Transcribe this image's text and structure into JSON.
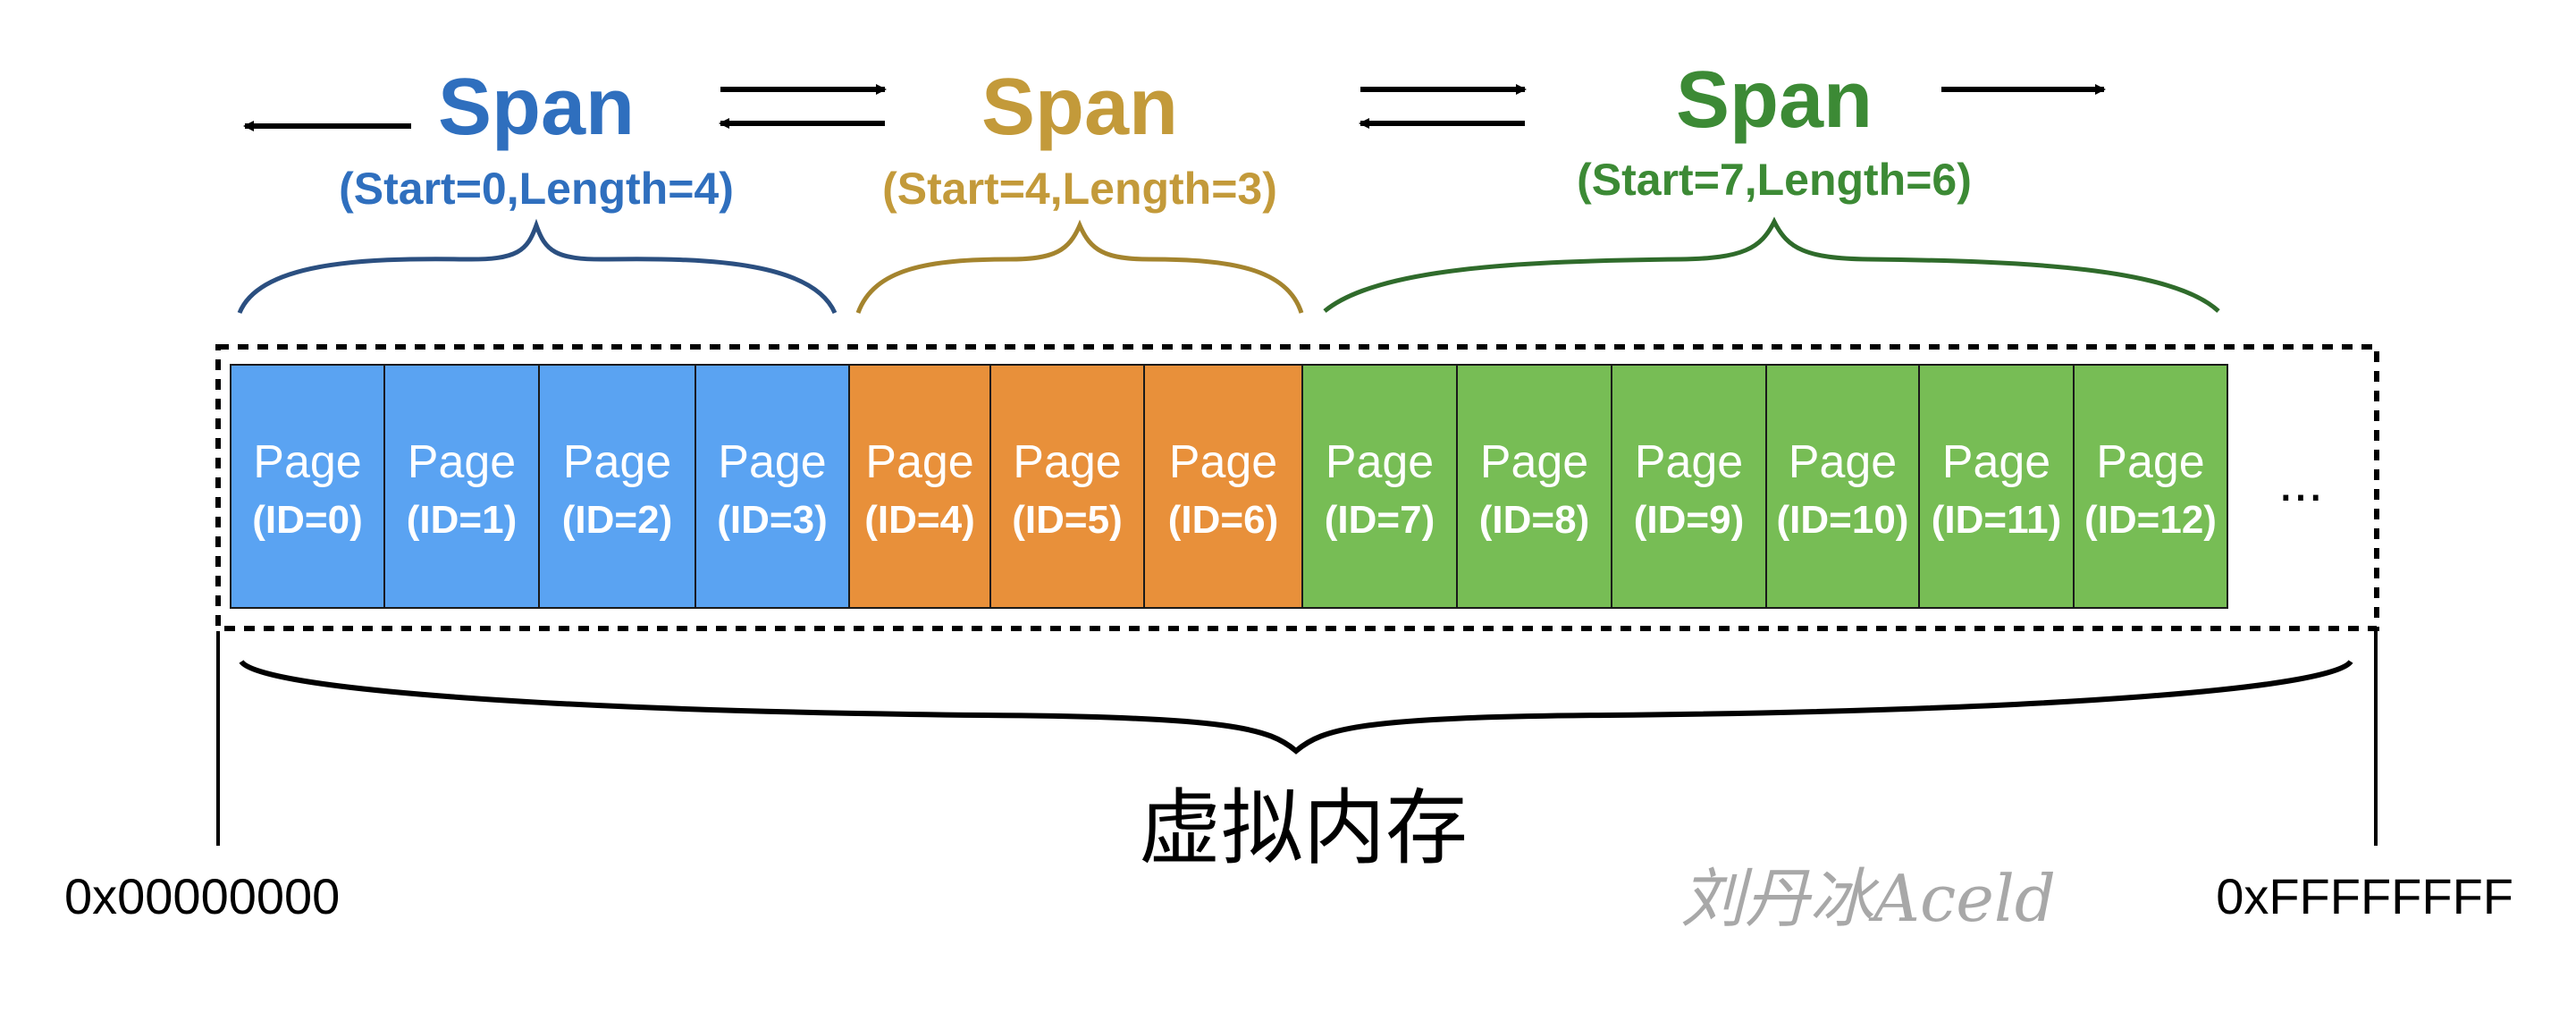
{
  "colors": {
    "blue": "#5aa3f2",
    "blue_text": "#2f6fbe",
    "blue_brace": "#2b4f80",
    "orange": "#e8903a",
    "gold_text": "#c39a3a",
    "gold_brace": "#a4842e",
    "green": "#77bd55",
    "green_text": "#3c8a35",
    "green_brace": "#2f6b2b"
  },
  "spans": [
    {
      "title": "Span",
      "subtitle": "(Start=0,Length=4)",
      "color": "blue"
    },
    {
      "title": "Span",
      "subtitle": "(Start=4,Length=3)",
      "color": "gold"
    },
    {
      "title": "Span",
      "subtitle": "(Start=7,Length=6)",
      "color": "green"
    }
  ],
  "pages": [
    {
      "label": "Page",
      "id": "(ID=0)",
      "span": 0
    },
    {
      "label": "Page",
      "id": "(ID=1)",
      "span": 0
    },
    {
      "label": "Page",
      "id": "(ID=2)",
      "span": 0
    },
    {
      "label": "Page",
      "id": "(ID=3)",
      "span": 0
    },
    {
      "label": "Page",
      "id": "(ID=4)",
      "span": 1
    },
    {
      "label": "Page",
      "id": "(ID=5)",
      "span": 1
    },
    {
      "label": "Page",
      "id": "(ID=6)",
      "span": 1
    },
    {
      "label": "Page",
      "id": "(ID=7)",
      "span": 2
    },
    {
      "label": "Page",
      "id": "(ID=8)",
      "span": 2
    },
    {
      "label": "Page",
      "id": "(ID=9)",
      "span": 2
    },
    {
      "label": "Page",
      "id": "(ID=10)",
      "span": 2
    },
    {
      "label": "Page",
      "id": "(ID=11)",
      "span": 2
    },
    {
      "label": "Page",
      "id": "(ID=12)",
      "span": 2
    }
  ],
  "ellipsis": "...",
  "caption": "虚拟内存",
  "address_start": "0x00000000",
  "address_end": "0xFFFFFFFF",
  "watermark": "刘丹冰Aceld"
}
